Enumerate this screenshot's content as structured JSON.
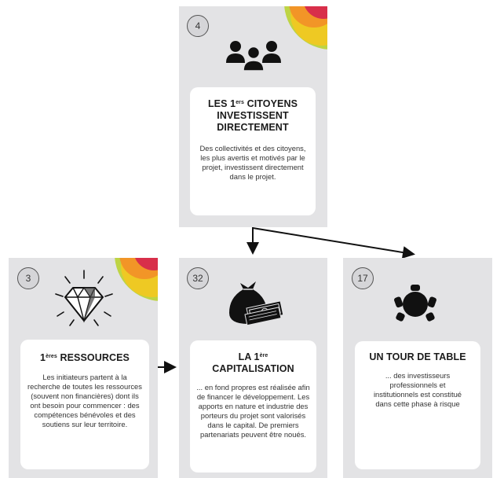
{
  "cards": [
    {
      "number": "4",
      "title_pre": "Les 1",
      "title_sup": "ers",
      "title_post": " CITOYENS INVESTISSENT DIRECTEMENT",
      "description": "Des collectivités et des citoyens, les plus avertis et motivés par le projet, investissent directement dans le projet."
    },
    {
      "number": "3",
      "title_pre": "1",
      "title_sup": "ères",
      "title_post": " RESSOURCES",
      "description": "Les initiateurs partent à la recherche de toutes les ressources (souvent non financières) dont ils ont besoin pour commencer : des compétences bénévoles et des soutiens sur leur territoire."
    },
    {
      "number": "32",
      "title_pre": "LA 1",
      "title_sup": "ère",
      "title_post": " CAPITALISATION",
      "description": "... en fond propres est réalisée afin de financer le développement. Les apports en nature et industrie des porteurs du projet sont valorisés dans le capital. De premiers partenariats peuvent être noués."
    },
    {
      "number": "17",
      "title_pre": "UN TOUR DE TABLE",
      "title_sup": "",
      "title_post": "",
      "description": "... des investisseurs professionnels et institutionnels est constitué dans cette phase à risque"
    }
  ],
  "icons": [
    "people-icon",
    "diamond-icon",
    "money-bag-icon",
    "round-table-icon"
  ],
  "colors": {
    "card_bg": "#e3e3e5",
    "accent_red": "#d5244f",
    "accent_orange": "#f28c28",
    "accent_yellow": "#f7c71d",
    "accent_green": "#b9d232"
  }
}
